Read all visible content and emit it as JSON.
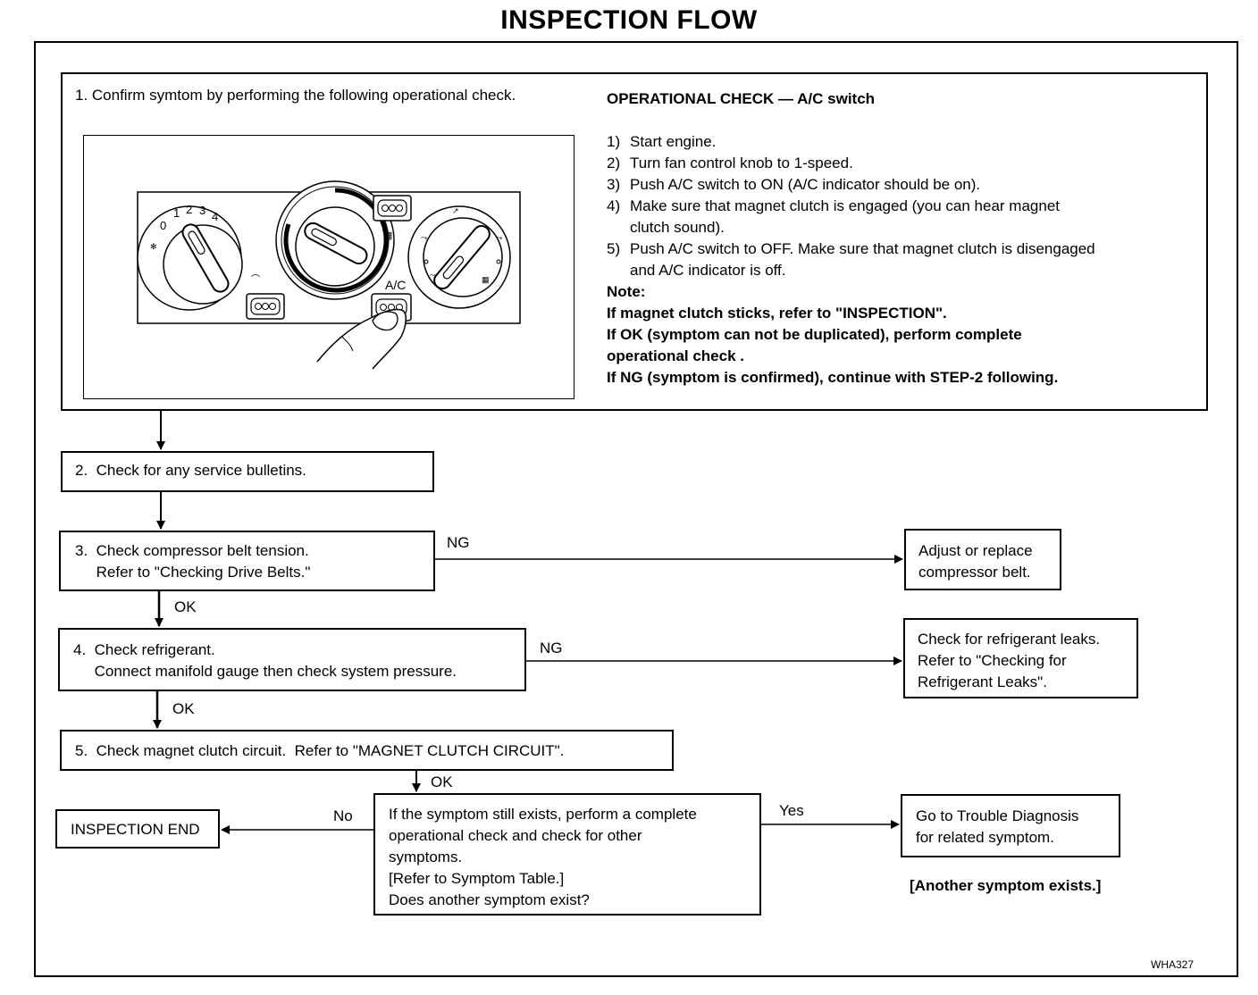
{
  "title": "INSPECTION FLOW",
  "step1": {
    "heading": "1. Confirm symtom by performing the following operational check.",
    "panel": {
      "fan_numbers": [
        "0",
        "1",
        "2",
        "3",
        "4"
      ],
      "ac_label": "A/C"
    },
    "check_title": "OPERATIONAL CHECK — A/C switch",
    "check_steps": [
      {
        "num": "1)",
        "text": "Start engine."
      },
      {
        "num": "2)",
        "text": "Turn fan control knob to 1-speed."
      },
      {
        "num": "3)",
        "text": "Push A/C switch to ON (A/C indicator should be on)."
      },
      {
        "num": "4)",
        "text": "Make sure that magnet clutch is engaged (you can hear magnet\nclutch sound)."
      },
      {
        "num": "5)",
        "text": "Push A/C switch to OFF. Make sure that magnet clutch is disengaged\nand A/C indicator is off."
      }
    ],
    "note_title": "Note:",
    "note_lines": [
      "If magnet clutch sticks, refer to \"INSPECTION\".",
      "If OK (symptom can not be duplicated), perform complete",
      "operational check .",
      "If NG (symptom is confirmed), continue with STEP-2 following."
    ]
  },
  "step2": "2.  Check for any service bulletins.",
  "step3": "3.  Check compressor belt tension.\n     Refer to \"Checking Drive Belts.\"",
  "step3_ng": "Adjust or replace\ncompressor belt.",
  "step4": "4.  Check refrigerant.\n     Connect manifold gauge then check system pressure.",
  "step4_ng": "Check for refrigerant leaks.\nRefer to \"Checking for\nRefrigerant Leaks\".",
  "step5": "5.  Check magnet clutch circuit.  Refer to \"MAGNET CLUTCH CIRCUIT\".",
  "question": "If the symptom still exists, perform a complete\noperational check and check for other\nsymptoms.\n[Refer to Symptom Table.]\nDoes another symptom exist?",
  "end": "INSPECTION END",
  "yes_target": "Go to Trouble Diagnosis\nfor related symptom.",
  "another_symptom": "[Another symptom exists.]",
  "labels": {
    "ng": "NG",
    "ok": "OK",
    "no": "No",
    "yes": "Yes"
  },
  "figure_code": "WHA327"
}
